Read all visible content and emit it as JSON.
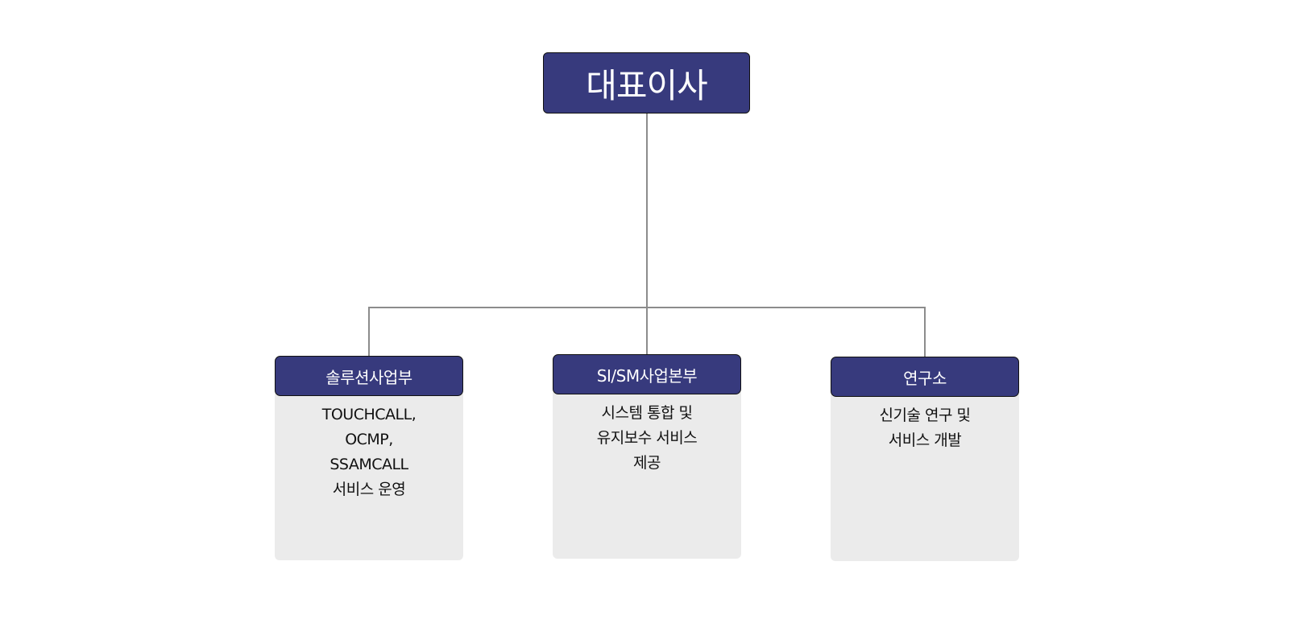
{
  "ceo": {
    "label": "대표이사"
  },
  "departments": [
    {
      "name": "솔루션사업부",
      "description": [
        "TOUCHCALL,",
        "OCMP,",
        "SSAMCALL",
        "서비스 운영"
      ]
    },
    {
      "name": "SI/SM사업본부",
      "description": [
        "시스템 통합 및",
        "유지보수 서비스",
        "제공"
      ]
    },
    {
      "name": "연구소",
      "description": [
        "신기술 연구 및",
        "서비스 개발"
      ]
    }
  ],
  "colors": {
    "header": "#373a7d",
    "card": "#ebebeb",
    "connector": "#8c8c8c"
  }
}
